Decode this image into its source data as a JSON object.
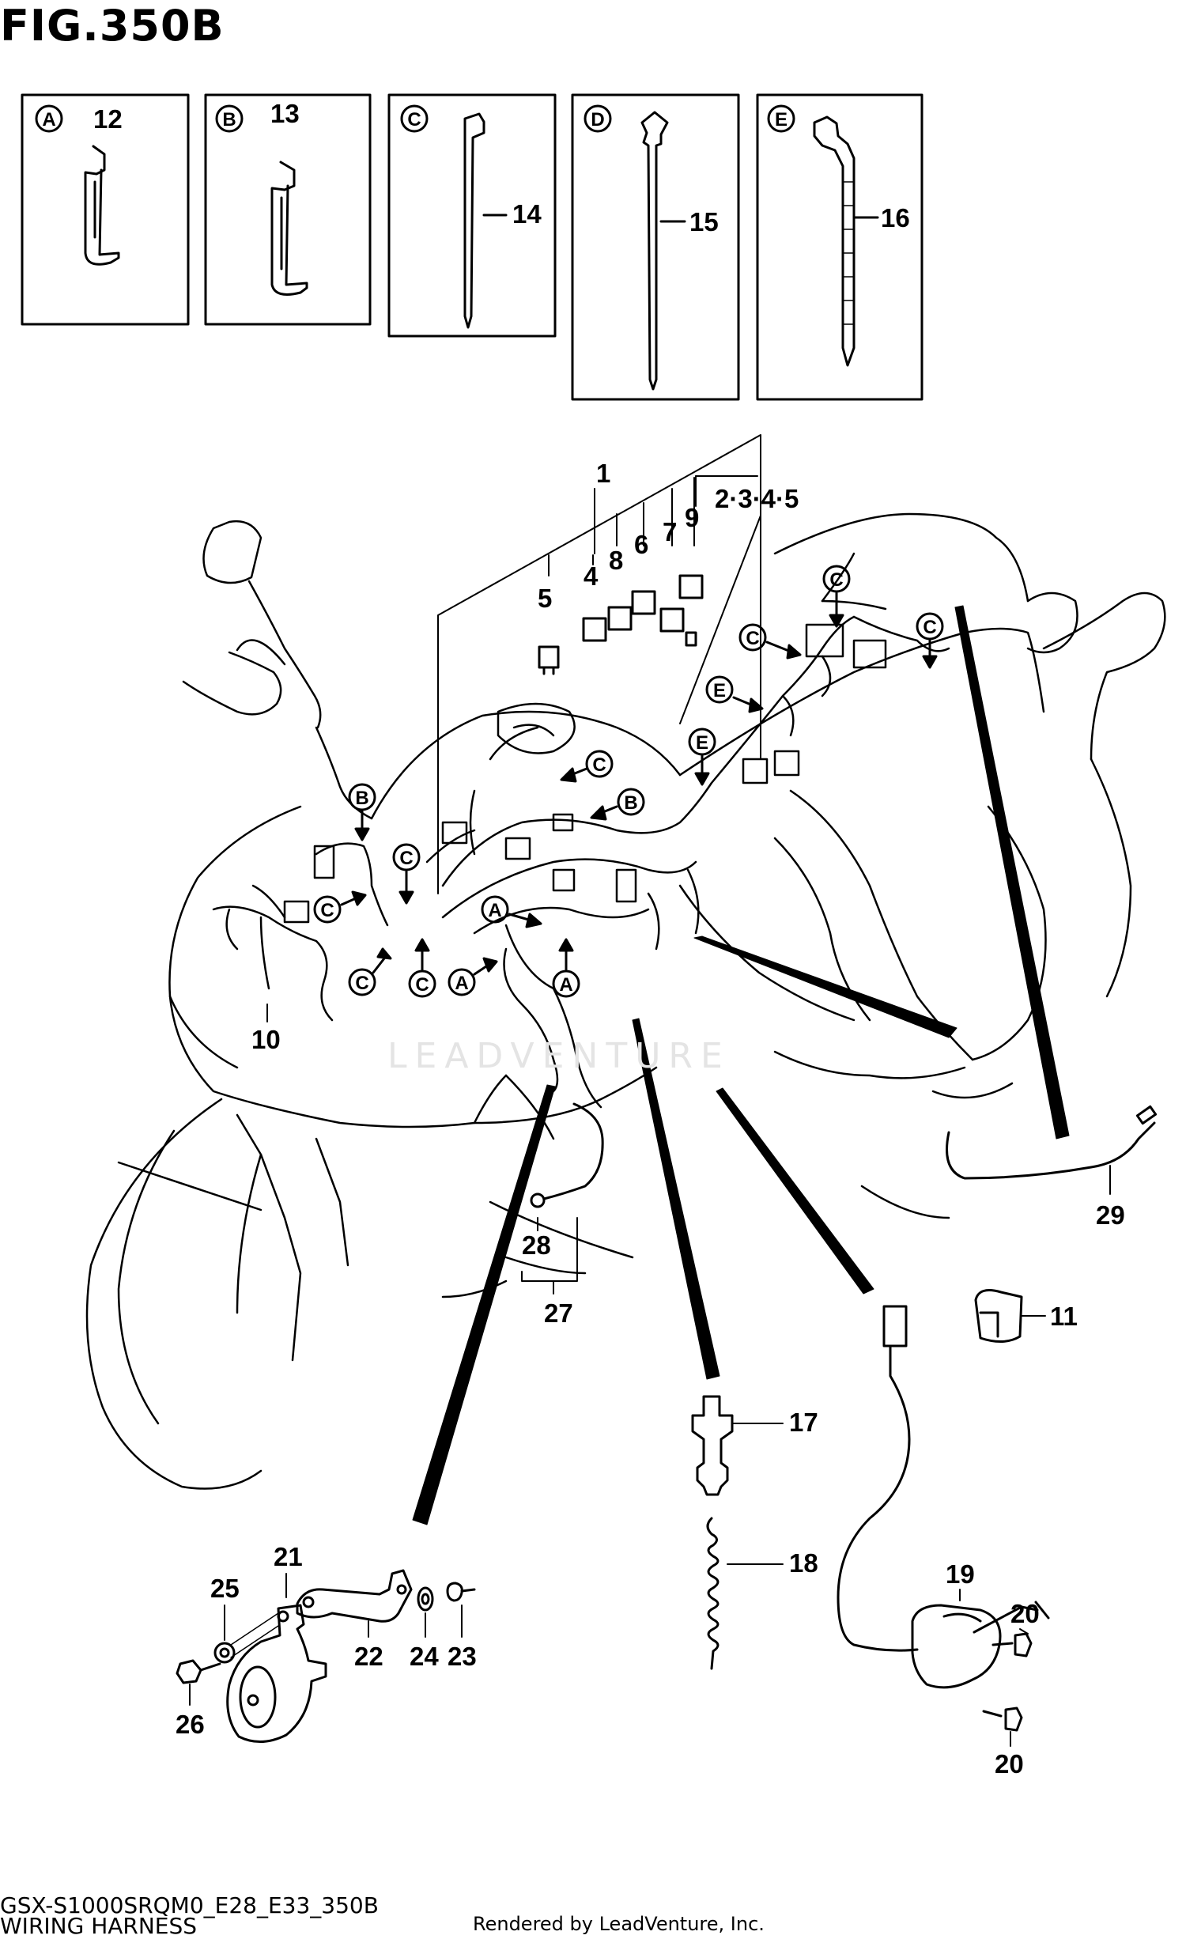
{
  "figure": {
    "title": "FIG.350B",
    "code": "GSX-S1000SRQM0_E28_E33_350B",
    "name": "WIRING HARNESS",
    "rendered_by": "Rendered by LeadVenture, Inc.",
    "watermark": "LEADVENTURE"
  },
  "inset_boxes": [
    {
      "letter": "A",
      "part": "12"
    },
    {
      "letter": "B",
      "part": "13"
    },
    {
      "letter": "C",
      "part": "14"
    },
    {
      "letter": "D",
      "part": "15"
    },
    {
      "letter": "E",
      "part": "16"
    }
  ],
  "relay_group_label": "2·3·4·5",
  "callouts": {
    "p1": "1",
    "p4": "4",
    "p5": "5",
    "p6": "6",
    "p7": "7",
    "p8": "8",
    "p9": "9",
    "p10": "10",
    "p11": "11",
    "p17": "17",
    "p18": "18",
    "p19": "19",
    "p20a": "20",
    "p20b": "20",
    "p21": "21",
    "p22": "22",
    "p23": "23",
    "p24": "24",
    "p25": "25",
    "p26": "26",
    "p27": "27",
    "p28": "28",
    "p29": "29"
  },
  "circle_letters": {
    "A": "A",
    "B": "B",
    "C": "C",
    "E": "E"
  }
}
